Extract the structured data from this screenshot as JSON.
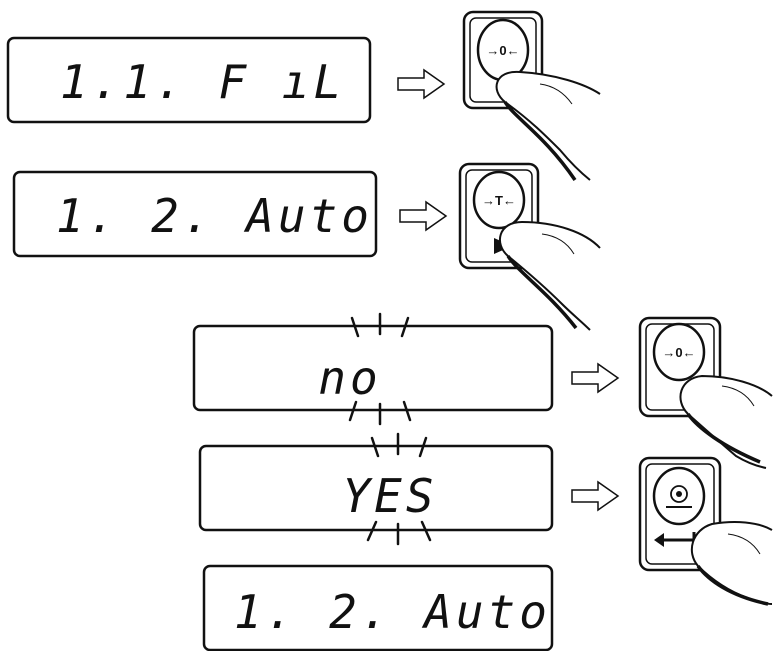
{
  "displays": [
    {
      "id": "d1",
      "text": "1.1. F ıL"
    },
    {
      "id": "d2",
      "text": "1. 2. Auto"
    },
    {
      "id": "d3",
      "text": "no",
      "blinking": true
    },
    {
      "id": "d4",
      "text": "YES",
      "blinking": true
    },
    {
      "id": "d5",
      "text": "1. 2. Auto"
    }
  ],
  "buttons": [
    {
      "id": "b1",
      "symbol": "→0←",
      "icon": "zero-button-icon"
    },
    {
      "id": "b2",
      "symbol": "→T←",
      "icon": "tare-button-icon",
      "sub_icon": "right-arrow-icon"
    },
    {
      "id": "b3",
      "symbol": "→0←",
      "icon": "zero-button-icon"
    },
    {
      "id": "b4",
      "symbol": "",
      "icon": "print-enter-button-icon",
      "sub_icon": "enter-arrow-icon"
    }
  ],
  "colors": {
    "stroke": "#111111",
    "background": "#ffffff"
  }
}
